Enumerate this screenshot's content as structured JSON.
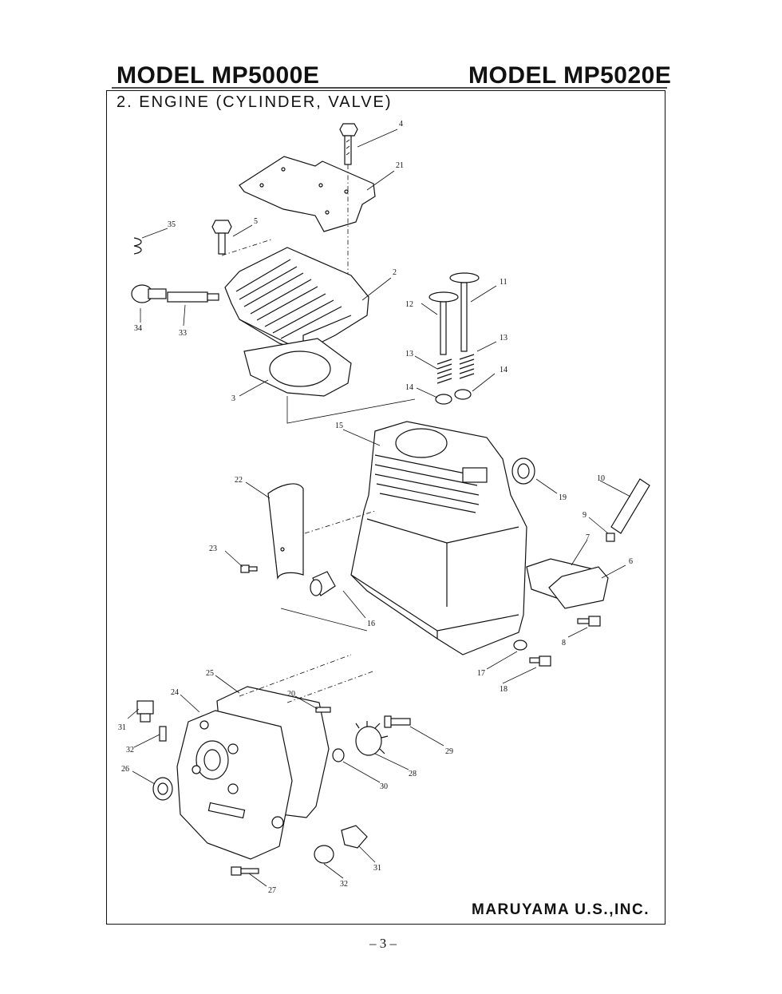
{
  "header": {
    "left_title": "MODEL MP5000E",
    "right_title": "MODEL MP5020E"
  },
  "section_title": "2. ENGINE (CYLINDER, VALVE)",
  "footer": {
    "company": "MARUYAMA U.S.,INC.",
    "page_number": "– 3 –"
  },
  "callouts": [
    "4",
    "21",
    "35",
    "5",
    "2",
    "11",
    "12",
    "34",
    "33",
    "13",
    "13",
    "14",
    "14",
    "3",
    "15",
    "22",
    "10",
    "19",
    "9",
    "7",
    "23",
    "6",
    "16",
    "8",
    "17",
    "18",
    "25",
    "24",
    "20",
    "31",
    "32",
    "29",
    "26",
    "28",
    "30",
    "31",
    "27",
    "32"
  ]
}
